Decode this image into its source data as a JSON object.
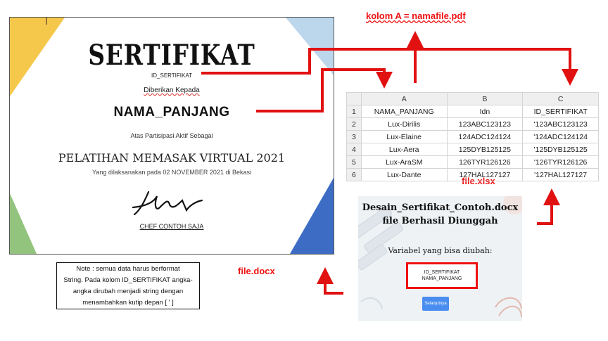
{
  "certificate": {
    "title": "SERTIFIKAT",
    "id_field": "ID_SERTIFIKAT",
    "given_to": "Diberikan Kepada",
    "name_field": "NAMA_PANJANG",
    "participation": "Atas Partisipasi Aktif Sebagai",
    "event": "PELATIHAN MEMASAK VIRTUAL 2021",
    "held": "Yang dilaksanakan pada 02 NOVEMBER 2021 di Bekasi",
    "signer": "CHEF CONTOH SAJA",
    "colors": {
      "yellow": "#f5c84c",
      "lightblue": "#bcd6ec",
      "green": "#93c47d",
      "blue": "#3d6cc4"
    }
  },
  "labels": {
    "column_a": "kolom A = namafile.pdf",
    "file_xlsx": "file.xlsx",
    "file_docx": "file.docx"
  },
  "note": {
    "lines": [
      "Note : semua data harus berformat",
      "String. Pada kolom ID_SERTIFIKAT angka-",
      "angka dirubah menjadi string dengan",
      "menambahkan kutip depan [ ' ]"
    ]
  },
  "spreadsheet": {
    "columns": [
      "A",
      "B",
      "C"
    ],
    "rows": [
      {
        "n": "1",
        "cells": [
          "NAMA_PANJANG",
          "Idn",
          "ID_SERTIFIKAT"
        ]
      },
      {
        "n": "2",
        "cells": [
          "Lux-Dirilis",
          "123ABC123123",
          "'123ABC123123"
        ]
      },
      {
        "n": "3",
        "cells": [
          "Lux-Elaine",
          "124ADC124124",
          "'124ADC124124"
        ]
      },
      {
        "n": "4",
        "cells": [
          "Lux-Aera",
          "125DYB125125",
          "'125DYB125125"
        ]
      },
      {
        "n": "5",
        "cells": [
          "Lux-AraSM",
          "126TYR126126",
          "'126TYR126126"
        ]
      },
      {
        "n": "6",
        "cells": [
          "Lux-Dante",
          "127HAL127127",
          "'127HAL127127"
        ]
      }
    ]
  },
  "upload": {
    "title_line1": "Desain_Sertifikat_Contoh.docx",
    "title_line2": "file Berhasil Diunggah",
    "variables_label": "Variabel yang bisa diubah:",
    "variables": [
      "ID_SERTIFIKAT",
      "NAMA_PANJANG"
    ],
    "next_button": "Selanjutnya",
    "accent_color": "#4a8df0"
  },
  "arrow_color": "#e11111"
}
